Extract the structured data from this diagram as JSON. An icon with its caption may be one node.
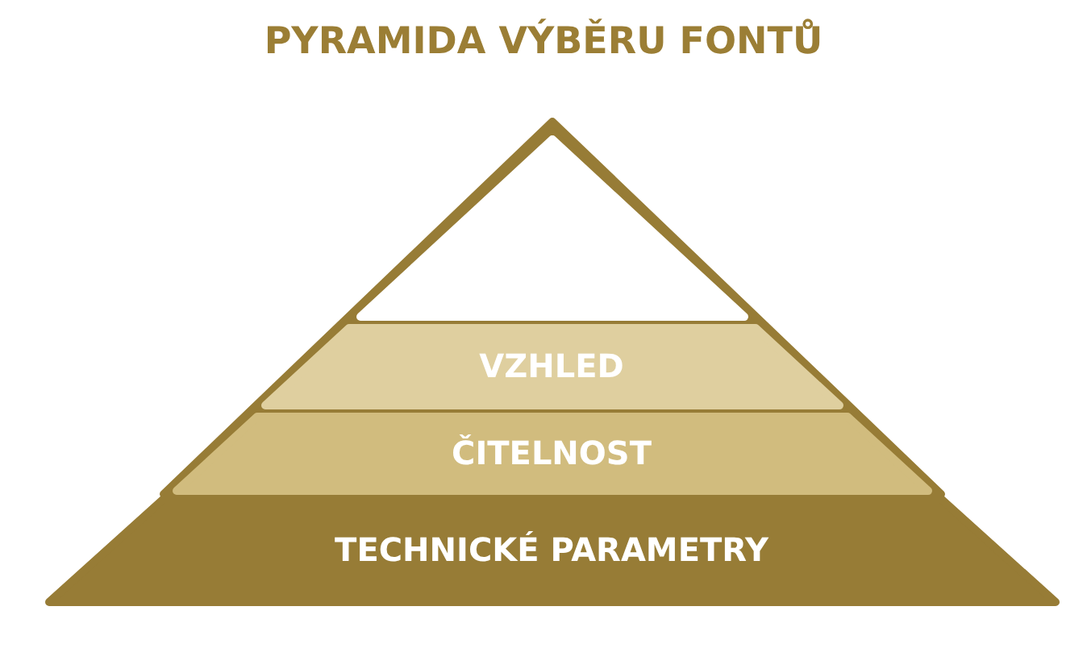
{
  "diagram": {
    "title": "PYRAMIDA VÝBĚRU FONTŮ",
    "nodes": [
      {
        "text": [],
        "shape": "triangle"
      },
      {
        "text": [
          "VZHLED"
        ]
      },
      {
        "text": [
          "ČITELNOST"
        ]
      },
      {
        "text": [
          "TECHNICKÉ PARAMETRY"
        ]
      }
    ]
  }
}
